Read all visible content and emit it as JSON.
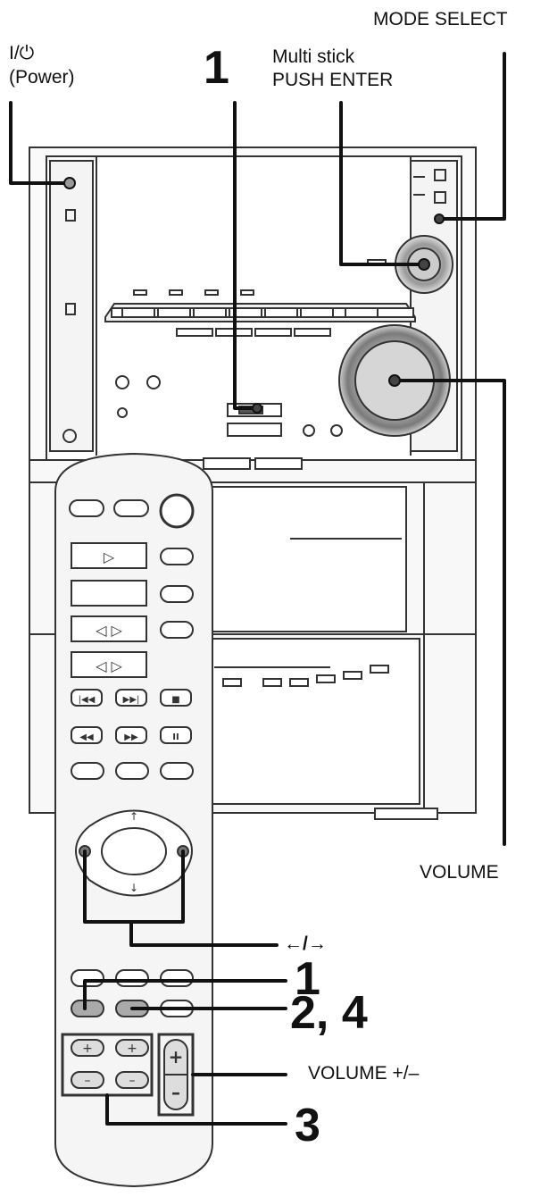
{
  "labels": {
    "power_symbol": "I/⏻",
    "power_word": "(Power)",
    "mode_select": "MODE SELECT",
    "multistick_line1": "Multi stick",
    "multistick_line2": "PUSH ENTER",
    "volume": "VOLUME",
    "arrows": "←/→",
    "volume_pm": "VOLUME +/–"
  },
  "steps": {
    "top": "1",
    "right_1": "1",
    "right_24": "2, 4",
    "right_3": "3"
  },
  "remote": {
    "play": "▷",
    "play_pair_1": "◁ ▷",
    "play_pair_2": "◁ ▷",
    "prev": "|◀◀",
    "next": "▶▶|",
    "stop": "■",
    "rew": "◀◀",
    "ff": "▶▶",
    "pause": "II",
    "up_arrow": "↑",
    "down_arrow": "↓",
    "plus_a": "+",
    "plus_b": "+",
    "minus_a": "–",
    "minus_b": "–",
    "vol_plus": "+",
    "vol_minus": "–"
  }
}
